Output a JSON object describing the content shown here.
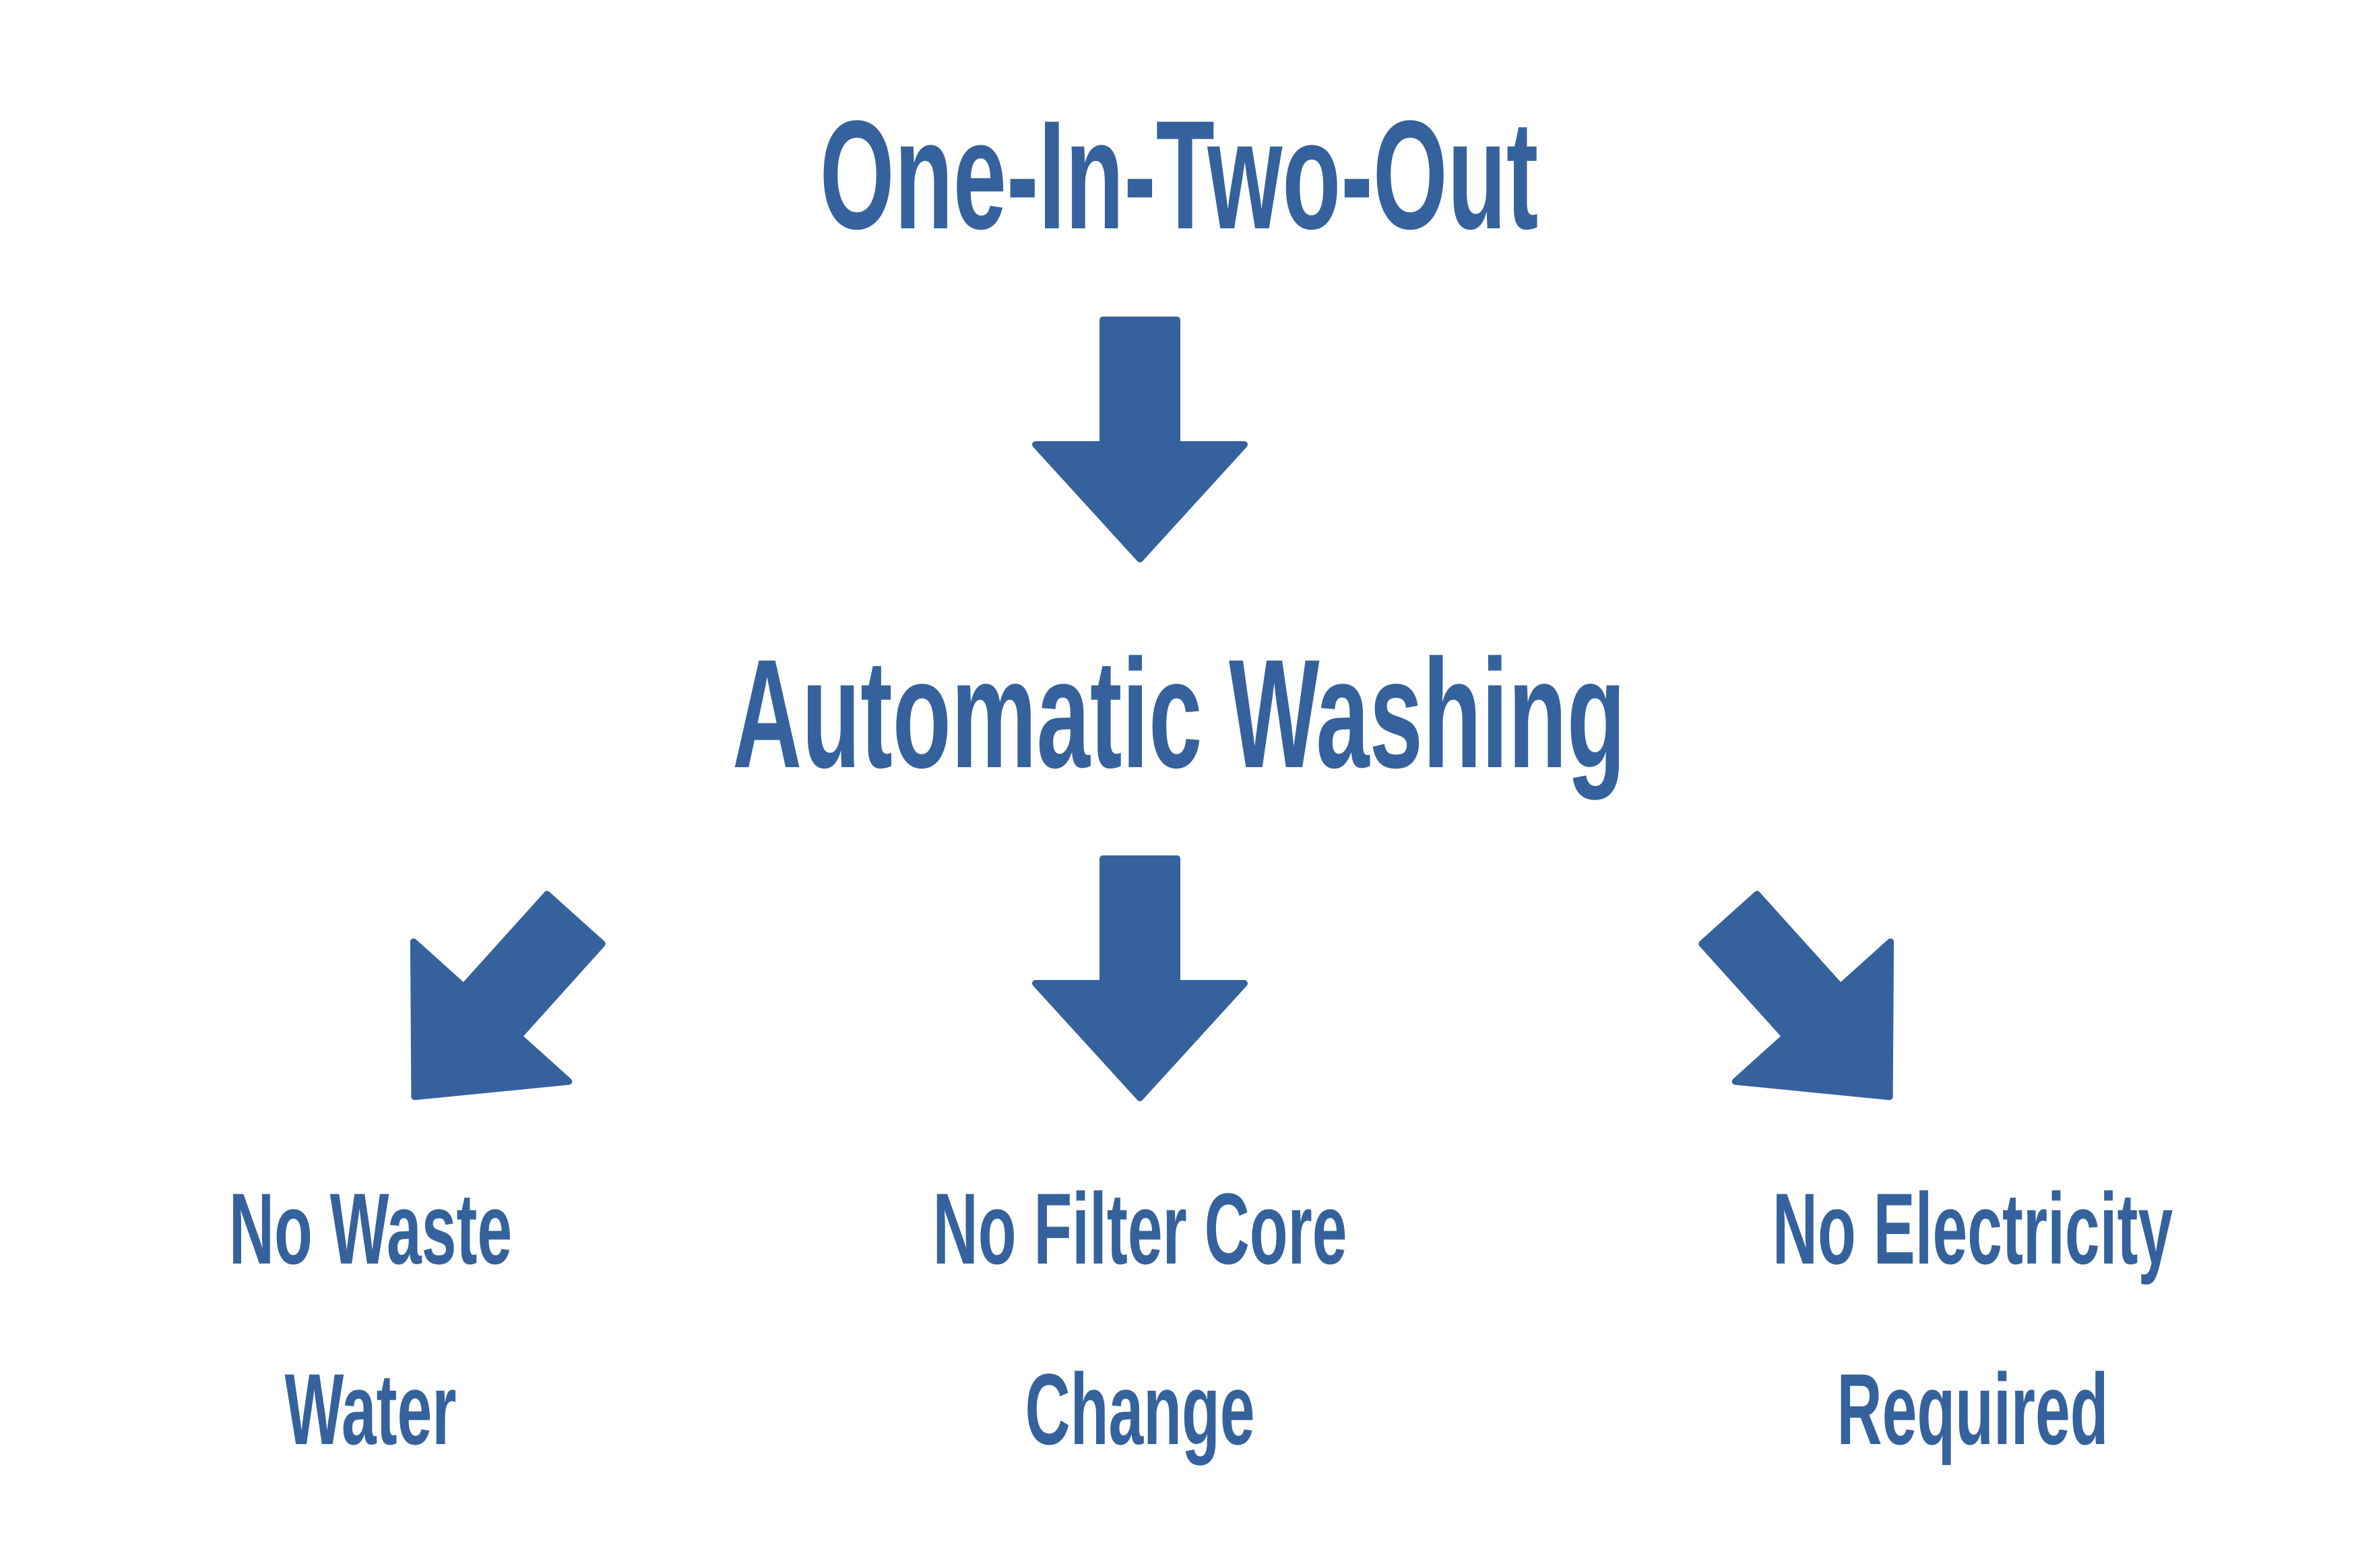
{
  "diagram": {
    "title": "One-In-Two-Out",
    "process": "Automatic Washing",
    "benefits": [
      {
        "line1": "No Waste",
        "line2": "Water"
      },
      {
        "line1": "No Filter Core",
        "line2": "Change"
      },
      {
        "line1": "No Electricity",
        "line2": "Required"
      }
    ]
  },
  "colors": {
    "accent": "#35629c",
    "background": "#ffffff"
  },
  "icons": [
    "arrow-down-icon",
    "arrow-down-icon",
    "arrow-down-left-icon",
    "arrow-down-icon",
    "arrow-down-right-icon"
  ]
}
